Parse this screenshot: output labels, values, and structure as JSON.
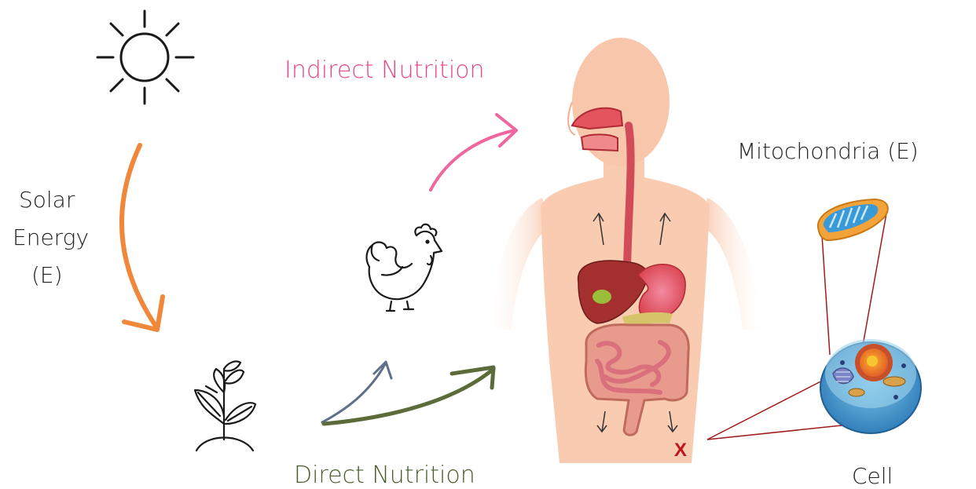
{
  "labels": {
    "solar_line1": "Solar",
    "solar_line2": "Energy",
    "solar_line3": "(E)",
    "indirect": "Indirect Nutrition",
    "direct": "Direct Nutrition",
    "mitochondria": "Mitochondria (E)",
    "cell": "Cell",
    "marker": "X"
  },
  "colors": {
    "ink": "#1a1a1a",
    "solar_arrow": "#f0873a",
    "indirect_arrow": "#f0669e",
    "indirect_text": "#e8458b",
    "direct_arrow": "#5d6b3a",
    "direct_arrow_light": "#5d6f8a",
    "direct_text": "#4a5e2a",
    "skin": "#f8c9ad",
    "marker": "#c0141b",
    "connector": "#a01a1a"
  },
  "icons": [
    "sun-icon",
    "plant-icon",
    "chicken-icon",
    "human-body-digestive-system",
    "mitochondria-icon",
    "cell-icon"
  ]
}
